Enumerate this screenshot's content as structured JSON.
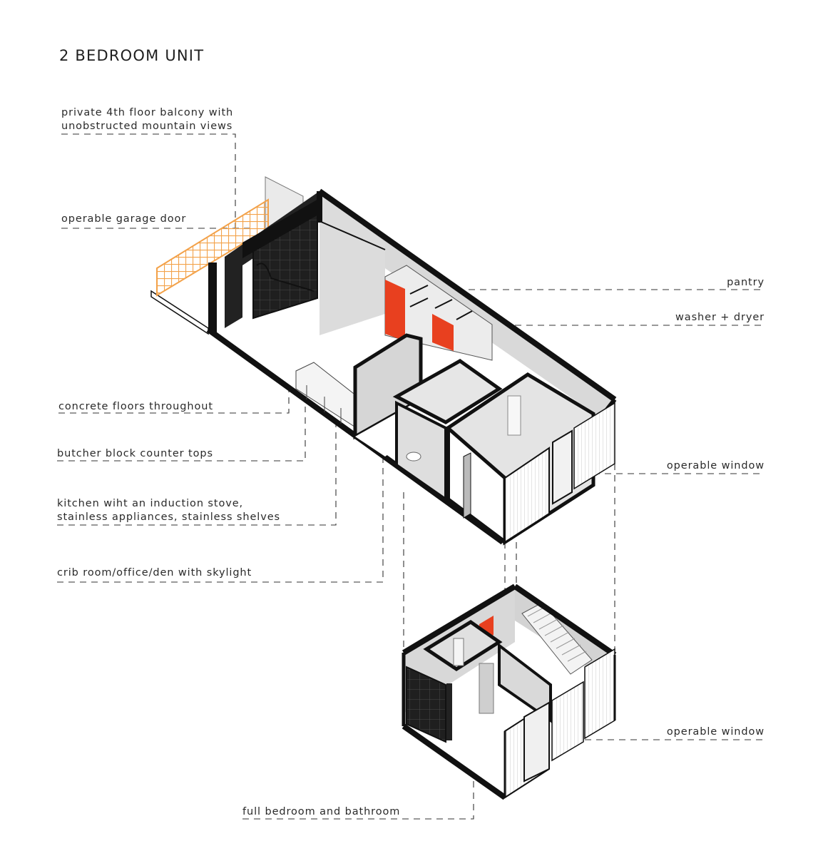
{
  "title": "2 BEDROOM UNIT",
  "colors": {
    "accent_orange": "#e8401f",
    "balcony_screen": "#f3a24a",
    "wall_black": "#111111",
    "interior_grey": "#dcdcdc",
    "leader_line": "#333333"
  },
  "labels": {
    "balcony": [
      "private 4th floor balcony with",
      "unobstructed mountain views"
    ],
    "garage_door": "operable garage door",
    "pantry": "pantry",
    "washer_dryer": "washer + dryer",
    "concrete_floors": "concrete floors throughout",
    "butcher_block": "butcher block counter tops",
    "kitchen": [
      "kitchen wiht an induction stove,",
      "stainless appliances, stainless shelves"
    ],
    "operable_window_upper": "operable window",
    "crib_room": "crib room/office/den with skylight",
    "operable_window_lower": "operable window",
    "bedroom_bathroom": "full bedroom and bathroom"
  }
}
